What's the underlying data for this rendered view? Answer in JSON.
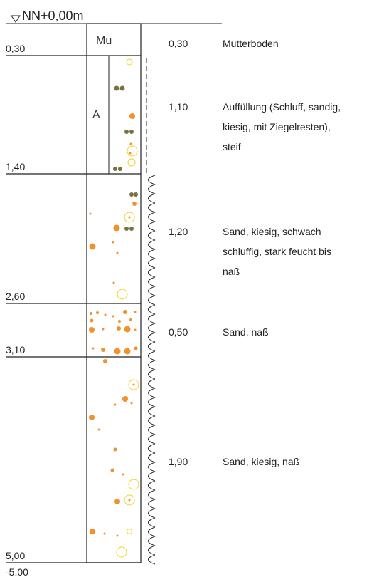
{
  "header": {
    "level": "NN+0,00m"
  },
  "final_depth": "-5,00",
  "layers": [
    {
      "depth_label": "0,30",
      "thickness": "0,30",
      "code": "Mu",
      "description": [
        "Mutterboden"
      ]
    },
    {
      "depth_label": "1,40",
      "thickness": "1,10",
      "code": "A",
      "description": [
        "Auffüllung (Schluff, sandig,",
        "kiesig, mit Ziegelresten),",
        "steif"
      ]
    },
    {
      "depth_label": "2,60",
      "thickness": "1,20",
      "code": "",
      "description": [
        "Sand, kiesig, schwach",
        "schluffig, stark feucht bis",
        "naß"
      ]
    },
    {
      "depth_label": "3,10",
      "thickness": "0,50",
      "code": "",
      "description": [
        "Sand, naß"
      ]
    },
    {
      "depth_label": "5,00",
      "thickness": "1,90",
      "code": "",
      "description": [
        "Sand, kiesig, naß"
      ]
    }
  ],
  "colors": {
    "sand": "#f0922e",
    "gravel": "#f5d327",
    "silt": "#7a7040",
    "line": "#222222"
  }
}
